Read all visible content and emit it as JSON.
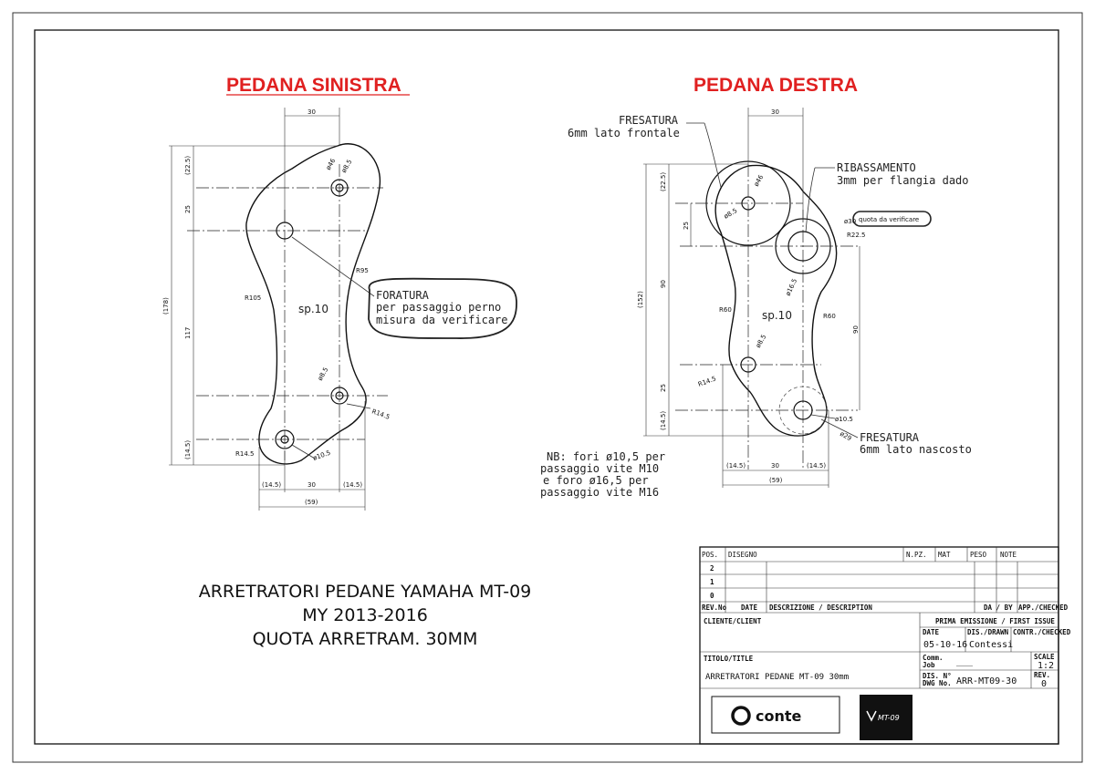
{
  "left_part": {
    "title": "PEDANA SINISTRA",
    "thickness": "sp.10",
    "note": {
      "line1": "FORATURA",
      "line2": "per passaggio perno",
      "line3": "misura da verificare"
    },
    "dims": {
      "top_30": "30",
      "v_22_5": "(22.5)",
      "v_25": "25",
      "v_117": "117",
      "v_14_5": "(14.5)",
      "v_178": "(178)",
      "d_8_5_top": "ø8.5",
      "d_46_top": "ø46",
      "d_8_5_mid": "ø8.5",
      "r105": "R105",
      "r95": "R95",
      "r14_5_a": "R14.5",
      "r14_5_b": "R14.5",
      "d_10_5": "ø10.5",
      "h_14_5_l": "(14.5)",
      "h_30": "30",
      "h_14_5_r": "(14.5)",
      "h_59": "(59)"
    }
  },
  "right_part": {
    "title": "PEDANA DESTRA",
    "thickness": "sp.10",
    "fresatura_front": {
      "line1": "FRESATURA",
      "line2": "6mm lato frontale"
    },
    "ribassamento": {
      "line1": "RIBASSAMENTO",
      "line2": "3mm per flangia dado"
    },
    "quota_note": "quota da verificare",
    "fresatura_back": {
      "line1": "FRESATURA",
      "line2": "6mm lato nascosto"
    },
    "nb": {
      "line1": "NB: fori ø10,5 per",
      "line2": "passaggio vite M10",
      "line3": "e foro ø16,5 per",
      "line4": "passaggio vite M16"
    },
    "dims": {
      "top_30": "30",
      "v_22_5": "(22.5)",
      "v_25_top": "25",
      "v_90_l": "90",
      "v_25_bot": "25",
      "v_14_5": "(14.5)",
      "v_152": "(152)",
      "v_90_r": "90",
      "d_46": "ø46",
      "d_8_5_top": "ø8.5",
      "d_30": "ø30",
      "r22_5": "R22.5",
      "d_16_5": "ø16.5",
      "r60_l": "R60",
      "r60_r": "R60",
      "d_8_5_bot": "ø8.5",
      "r14_5": "R14.5",
      "d_10_5": "ø10.5",
      "d_29": "ø29",
      "h_14_5_l": "(14.5)",
      "h_30": "30",
      "h_14_5_r": "(14.5)",
      "h_59": "(59)"
    }
  },
  "caption": {
    "line1": "ARRETRATORI PEDANE YAMAHA MT-09",
    "line2": "MY 2013-2016",
    "line3": "QUOTA ARRETRAM. 30MM"
  },
  "title_block": {
    "headers": {
      "pos": "POS.",
      "disegno": "DISEGNO",
      "npz": "N.PZ.",
      "mat": "MAT",
      "peso": "PESO",
      "note": "NOTE"
    },
    "rev_rows": [
      "2",
      "1",
      "0"
    ],
    "rev_headers": {
      "revno": "REV.No",
      "date": "DATE",
      "descr": "DESCRIZIONE / DESCRIPTION",
      "daby": "DA / BY",
      "app": "APP./CHECKED"
    },
    "cliente_label": "CLIENTE/CLIENT",
    "prima_emissione": "PRIMA EMISSIONE / FIRST ISSUE",
    "date_label": "DATE",
    "date_value": "05-10-16",
    "drawn_label": "DIS./DRAWN",
    "drawn_value": "Contessi",
    "checked_label": "CONTR./CHECKED",
    "titolo_label": "TITOLO/TITLE",
    "titolo_value": "ARRETRATORI PEDANE MT-09 30mm",
    "comm_label1": "Comm.",
    "comm_label2": "Job",
    "comm_value": "___",
    "dis_label1": "DIS. N°",
    "dis_label2": "DWG No.",
    "dis_value": "ARR-MT09-30",
    "scale_label": "SCALE",
    "scale_value": "1:2",
    "rev_label": "REV.",
    "rev_value": "0",
    "logo_text": "conte",
    "logo2_text": "MT-09"
  }
}
